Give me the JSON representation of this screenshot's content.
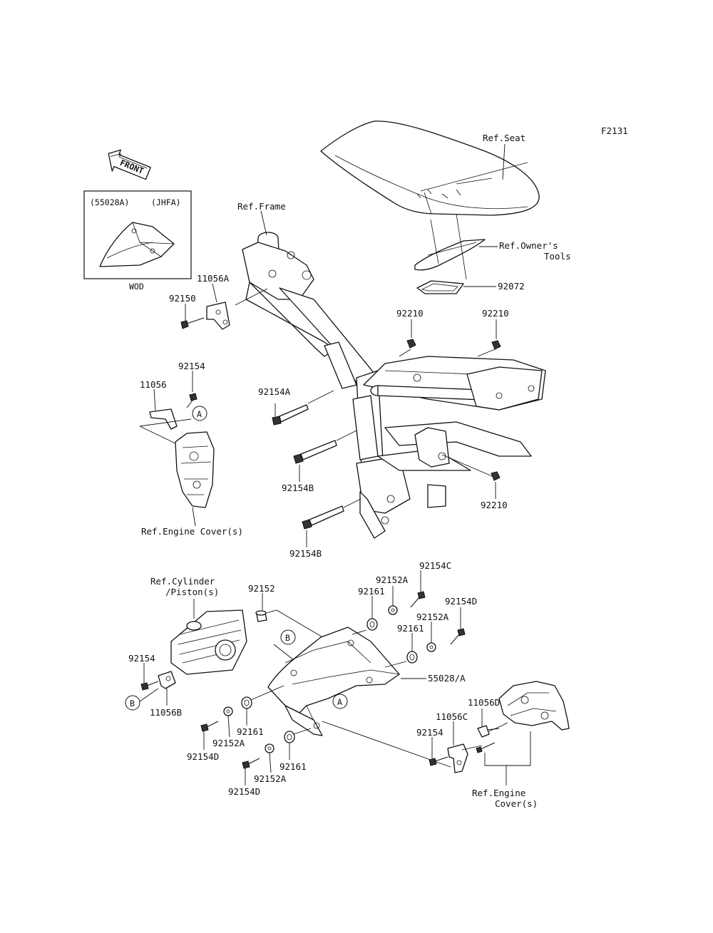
{
  "diagram_id": "F2131",
  "front_arrow_text": "FRONT",
  "inset": {
    "part_number": "(55028A)",
    "variant_code": "(JHFA)",
    "color_code": "WOD"
  },
  "callouts": {
    "ref_seat": "Ref.Seat",
    "ref_frame": "Ref.Frame",
    "ref_owners_tools_line1": "Ref.Owner's",
    "ref_owners_tools_line2": "Tools",
    "p92072": "92072",
    "p92210_a": "92210",
    "p92210_b": "92210",
    "p92210_c": "92210",
    "p11056A": "11056A",
    "p92150": "92150",
    "p92154_top": "92154",
    "p11056": "11056",
    "p92154A": "92154A",
    "p92154B_a": "92154B",
    "p92154B_b": "92154B",
    "ref_engine_covers_upper": "Ref.Engine Cover(s)",
    "ref_cylinder_line1": "Ref.Cylinder",
    "ref_cylinder_line2": "/Piston(s)",
    "p92152": "92152",
    "p92154C": "92154C",
    "p92152A_a": "92152A",
    "p92161_a": "92161",
    "p92154D_a": "92154D",
    "p92152A_b": "92152A",
    "p92161_b": "92161",
    "p55028A": "55028/A",
    "p92154_left": "92154",
    "p11056B": "11056B",
    "p92161_c": "92161",
    "p92152A_c": "92152A",
    "p92154D_b": "92154D",
    "p92152A_d": "92152A",
    "p92161_d": "92161",
    "p92154D_c": "92154D",
    "p11056D": "11056D",
    "p11056C": "11056C",
    "p92154_right": "92154",
    "ref_engine_covers_lower_line1": "Ref.Engine",
    "ref_engine_covers_lower_line2": "Cover(s)",
    "marker_A_upper": "A",
    "marker_A_lower": "A",
    "marker_B_upper": "B",
    "marker_B_lower": "B"
  }
}
